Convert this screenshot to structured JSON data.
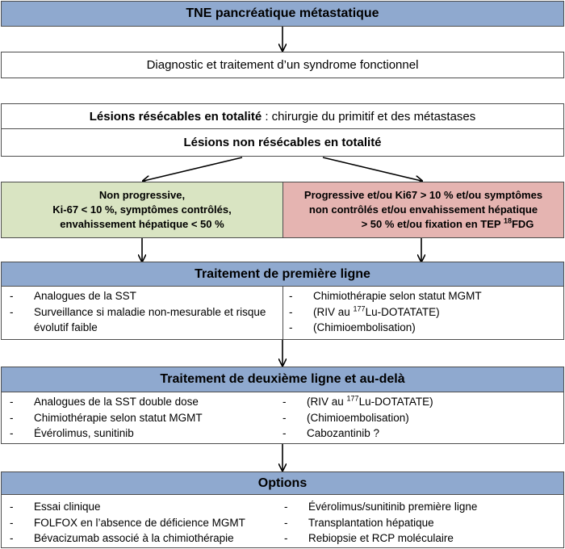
{
  "title": "TNE pancréatique métastatique",
  "step_diagnostic": "Diagnostic et traitement d’un syndrome fonctionnel",
  "resectable": {
    "label": "Lésions résécables en totalité",
    "rest": " : chirurgie du primitif et des métastases"
  },
  "non_resectable": "Lésions non résécables en totalité",
  "branch_left": {
    "lines": [
      "Non progressive,",
      "Ki-67  < 10 %, symptômes contrôlés,",
      "envahissement hépatique < 50 %"
    ]
  },
  "branch_right": {
    "line1": "Progressive et/ou Ki67  > 10 % et/ou symptômes",
    "line2": "non contrôlés et/ou envahissement hépatique",
    "line3_pre": "> 50 % et/ou fixation en TEP ",
    "line3_sup": "18",
    "line3_post": "FDG"
  },
  "first_line": {
    "title": "Traitement de première ligne",
    "left": [
      "Analogues de la SST",
      "Surveillance si maladie non-mesurable et risque évolutif faible"
    ],
    "right": [
      {
        "pre": "Chimiothérapie selon statut MGMT"
      },
      {
        "pre": "(RIV au ",
        "sup": "177",
        "post": "Lu-DOTATATE)"
      },
      {
        "pre": "(Chimioembolisation)"
      }
    ]
  },
  "second_line": {
    "title": "Traitement de deuxième ligne et au-delà",
    "left": [
      "Analogues de la SST double dose",
      "Chimiothérapie selon statut MGMT",
      "Évérolimus, sunitinib"
    ],
    "right": [
      {
        "pre": "(RIV au ",
        "sup": "177",
        "post": "Lu-DOTATATE)"
      },
      {
        "pre": "(Chimioembolisation)"
      },
      {
        "pre": "Cabozantinib ?"
      }
    ]
  },
  "options": {
    "title": "Options",
    "left": [
      "Essai clinique",
      "FOLFOX en l’absence de déficience MGMT",
      "Bévacizumab associé à la chimiothérapie"
    ],
    "right": [
      "Évérolimus/sunitinib première ligne",
      "Transplantation hépatique",
      "Rebiopsie et RCP moléculaire"
    ]
  },
  "bullet": "-"
}
